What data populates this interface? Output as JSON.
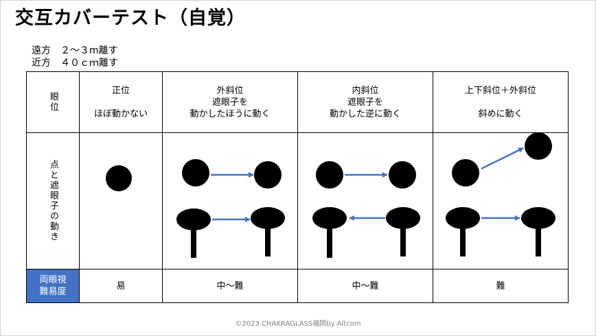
{
  "title": "交互カバーテスト（自覚）",
  "notes": [
    "遠方　２～３m離す",
    "近方　４０ｃｍ離す"
  ],
  "table": {
    "row_header_gaze": "眼位",
    "row_header_movement": "点と遮眼子の動き",
    "row_header_difficulty": "両眼視\n難易度",
    "columns": [
      {
        "name": "正位",
        "desc": "ほぼ動かない",
        "difficulty": "易"
      },
      {
        "name": "外斜位",
        "desc": "遮眼子を\n動かしたほうに動く",
        "difficulty": "中～難"
      },
      {
        "name": "内斜位",
        "desc": "遮眼子を\n動かした逆に動く",
        "difficulty": "中～難"
      },
      {
        "name": "上下斜位＋外斜位",
        "desc": "斜めに動く",
        "difficulty": "難"
      }
    ]
  },
  "colors": {
    "accent": "#4472c4",
    "arrow": "#4472c4",
    "mark": "#000000"
  },
  "icons": [
    "dot-icon",
    "occluder-icon",
    "arrow-icon"
  ],
  "footer": "©2023 CHAKRAGLASS福岡by Altcom"
}
